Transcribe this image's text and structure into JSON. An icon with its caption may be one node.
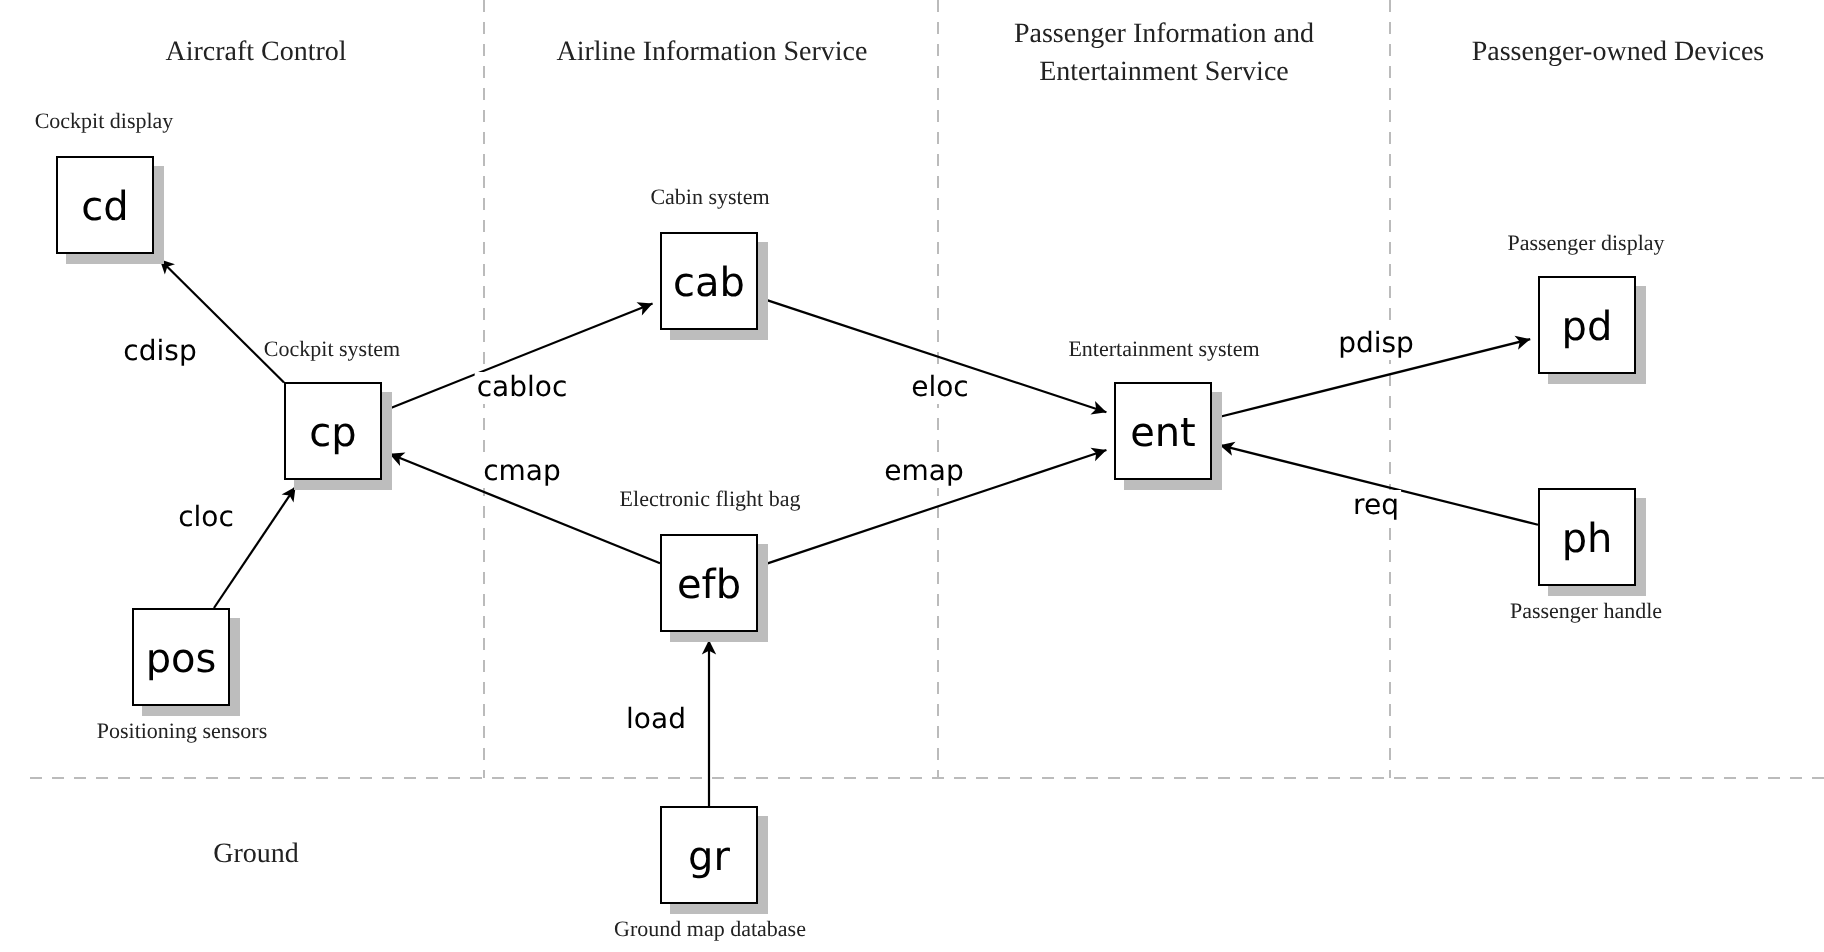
{
  "diagram": {
    "nodes": [
      {
        "text": [
          "cd"
        ],
        "beside": [
          "Cockpit display"
        ]
      },
      {
        "text": [
          "cp"
        ],
        "beside": [
          "Cockpit system"
        ]
      },
      {
        "text": [
          "pos"
        ],
        "beside": [
          "Positioning sensors"
        ]
      },
      {
        "text": [
          "cab"
        ],
        "beside": [
          "Cabin system"
        ]
      },
      {
        "text": [
          "efb"
        ],
        "beside": [
          "Electronic flight bag"
        ]
      },
      {
        "text": [
          "gr"
        ],
        "beside": [
          "Ground map database"
        ]
      },
      {
        "text": [
          "ent"
        ],
        "beside": [
          "Entertainment system"
        ]
      },
      {
        "text": [
          "pd"
        ],
        "beside": [
          "Passenger display"
        ]
      },
      {
        "text": [
          "ph"
        ],
        "beside": [
          "Passenger handle"
        ]
      }
    ],
    "edges": [
      {
        "from": 1,
        "to": 0,
        "arrow": "to",
        "label": "cdisp"
      },
      {
        "from": 2,
        "to": 1,
        "arrow": "to",
        "label": "cloc"
      },
      {
        "from": 1,
        "to": 3,
        "arrow": "to",
        "label": "cabloc"
      },
      {
        "from": 4,
        "to": 1,
        "arrow": "to",
        "label": "cmap"
      },
      {
        "from": 3,
        "to": 6,
        "arrow": "to",
        "label": "eloc"
      },
      {
        "from": 4,
        "to": 6,
        "arrow": "to",
        "label": "emap"
      },
      {
        "from": 5,
        "to": 4,
        "arrow": "to",
        "label": "load"
      },
      {
        "from": 6,
        "to": 7,
        "arrow": "to",
        "label": "pdisp"
      },
      {
        "from": 8,
        "to": 6,
        "arrow": "to",
        "label": "req"
      }
    ],
    "labels": [
      "Aircraft Control",
      "Airline Information Service",
      "Passenger Information and Entertainment Service",
      "Passenger-owned Devices",
      "Ground"
    ]
  }
}
